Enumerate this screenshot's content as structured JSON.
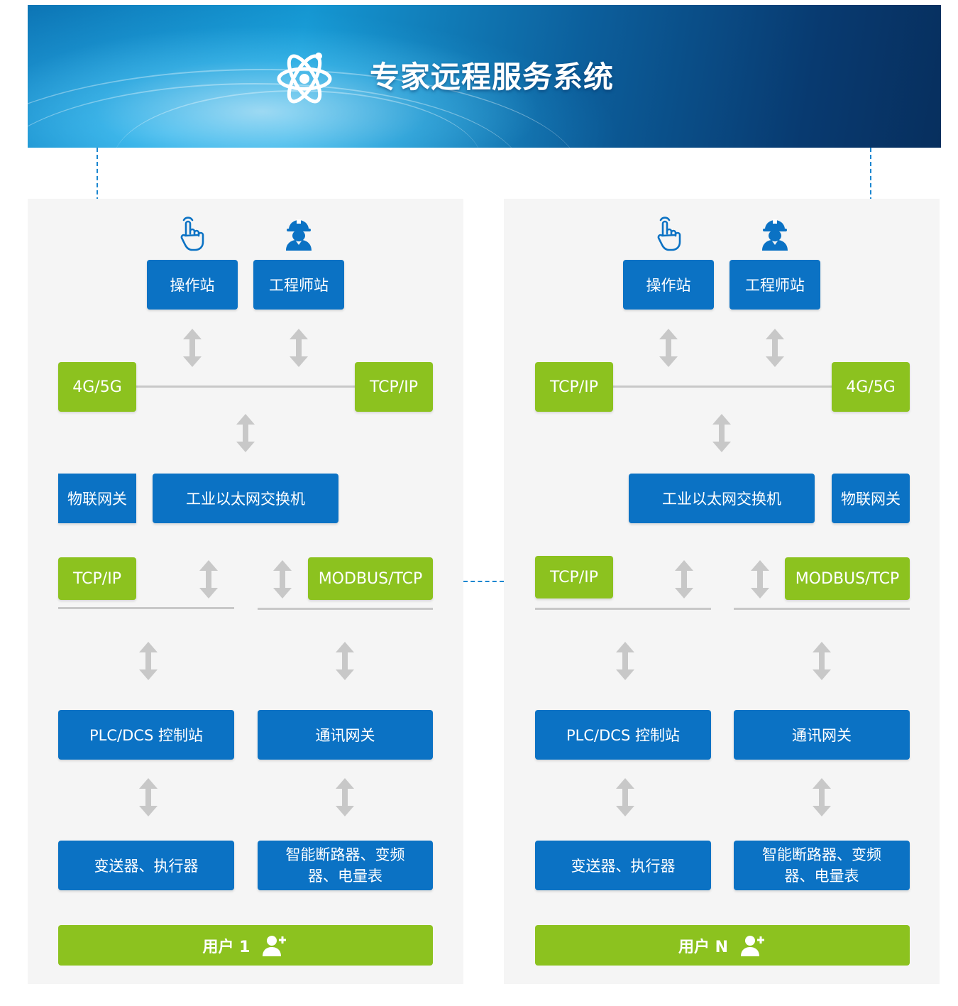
{
  "banner": {
    "title": "专家远程服务系统",
    "logo_icon": "atom-icon"
  },
  "colors": {
    "blue_box": "#0b72c4",
    "green_box": "#8cc21f",
    "panel_bg": "#f5f5f5",
    "dashed_link": "#1a86d0",
    "arrow": "#c8c8c8"
  },
  "left": {
    "operator_station": "操作站",
    "engineer_station": "工程师站",
    "gateway_protocol": "4G/5G",
    "net_protocol": "TCP/IP",
    "iot_gateway": "物联网关",
    "industrial_switch": "工业以太网交换机",
    "bus_tcpip": "TCP/IP",
    "bus_modbus": "MODBUS/TCP",
    "plc_station": "PLC/DCS 控制站",
    "comm_gateway": "通讯网关",
    "transmitters": "变送器、执行器",
    "smart_devices": "智能断路器、变频器、电量表",
    "user": "用户 1"
  },
  "right": {
    "operator_station": "操作站",
    "engineer_station": "工程师站",
    "net_protocol": "TCP/IP",
    "gateway_protocol": "4G/5G",
    "industrial_switch": "工业以太网交换机",
    "iot_gateway": "物联网关",
    "bus_tcpip": "TCP/IP",
    "bus_modbus": "MODBUS/TCP",
    "plc_station": "PLC/DCS 控制站",
    "comm_gateway": "通讯网关",
    "transmitters": "变送器、执行器",
    "smart_devices": "智能断路器、变频器、电量表",
    "user": "用户 N"
  },
  "icons": [
    "touch-hand-icon",
    "engineer-helmet-icon",
    "double-arrow-icon",
    "add-user-icon"
  ]
}
